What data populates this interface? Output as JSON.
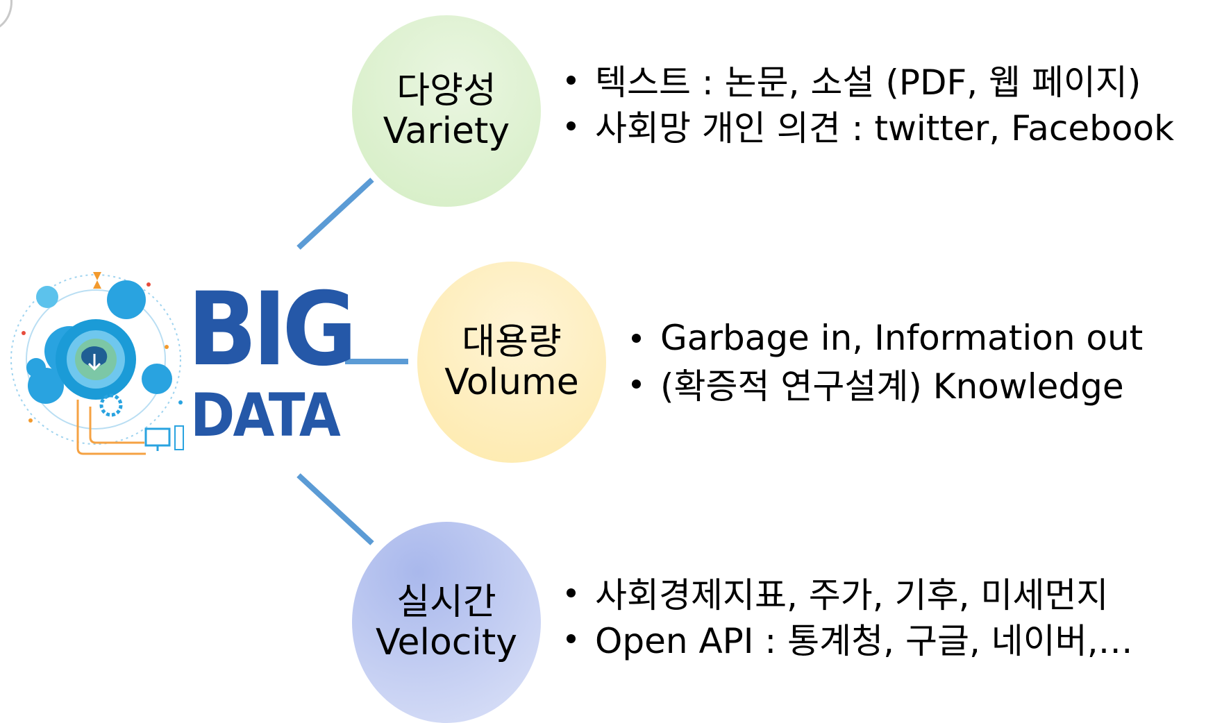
{
  "logo": {
    "big": "BIG",
    "data": "DATA"
  },
  "variety": {
    "title_ko": "다양성",
    "title_en": "Variety",
    "bullets": [
      "텍스트 : 논문, 소설 (PDF, 웹 페이지)",
      "사회망 개인 의견 : twitter, Facebook"
    ]
  },
  "volume": {
    "title_ko": "대용량",
    "title_en": "Volume",
    "bullets": [
      "Garbage in, Information out",
      "(확증적 연구설계) Knowledge"
    ]
  },
  "velocity": {
    "title_ko": "실시간",
    "title_en": "Velocity",
    "bullets": [
      "사회경제지표, 주가, 기후, 미세먼지",
      "Open API : 통계청, 구글, 네이버,…"
    ]
  },
  "colors": {
    "connector": "#5b9bd5",
    "brand_blue": "#2558a8",
    "variety_fill": "#d3edc2",
    "volume_fill": "#fde9a9",
    "velocity_fill": "#a9b8ec"
  }
}
